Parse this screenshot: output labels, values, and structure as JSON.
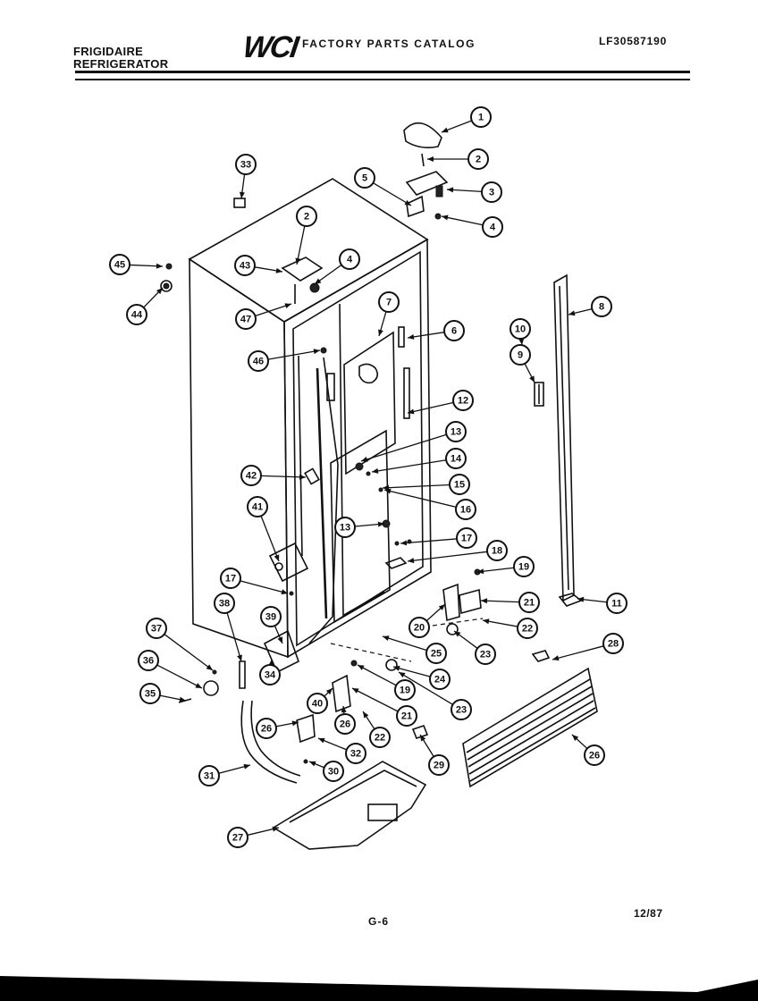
{
  "header": {
    "brand_line1": "FRIGIDAIRE",
    "brand_line2": "REFRIGERATOR",
    "logo": "WCI",
    "catalog_title": "FACTORY PARTS CATALOG",
    "model_number": "LF30587190"
  },
  "footer": {
    "page_number": "G-6",
    "date": "12/87"
  },
  "callouts": [
    {
      "label": "1"
    },
    {
      "label": "2"
    },
    {
      "label": "3"
    },
    {
      "label": "4"
    },
    {
      "label": "5"
    },
    {
      "label": "33"
    },
    {
      "label": "2"
    },
    {
      "label": "4"
    },
    {
      "label": "43"
    },
    {
      "label": "45"
    },
    {
      "label": "44"
    },
    {
      "label": "47"
    },
    {
      "label": "7"
    },
    {
      "label": "6"
    },
    {
      "label": "8"
    },
    {
      "label": "10"
    },
    {
      "label": "9"
    },
    {
      "label": "46"
    },
    {
      "label": "12"
    },
    {
      "label": "13"
    },
    {
      "label": "14"
    },
    {
      "label": "15"
    },
    {
      "label": "16"
    },
    {
      "label": "13"
    },
    {
      "label": "17"
    },
    {
      "label": "18"
    },
    {
      "label": "19"
    },
    {
      "label": "42"
    },
    {
      "label": "41"
    },
    {
      "label": "17"
    },
    {
      "label": "21"
    },
    {
      "label": "11"
    },
    {
      "label": "20"
    },
    {
      "label": "22"
    },
    {
      "label": "23"
    },
    {
      "label": "25"
    },
    {
      "label": "24"
    },
    {
      "label": "38"
    },
    {
      "label": "39"
    },
    {
      "label": "37"
    },
    {
      "label": "36"
    },
    {
      "label": "35"
    },
    {
      "label": "34"
    },
    {
      "label": "40"
    },
    {
      "label": "26"
    },
    {
      "label": "19"
    },
    {
      "label": "21"
    },
    {
      "label": "23"
    },
    {
      "label": "22"
    },
    {
      "label": "26"
    },
    {
      "label": "32"
    },
    {
      "label": "30"
    },
    {
      "label": "31"
    },
    {
      "label": "29"
    },
    {
      "label": "26"
    },
    {
      "label": "27"
    },
    {
      "label": "28"
    }
  ]
}
